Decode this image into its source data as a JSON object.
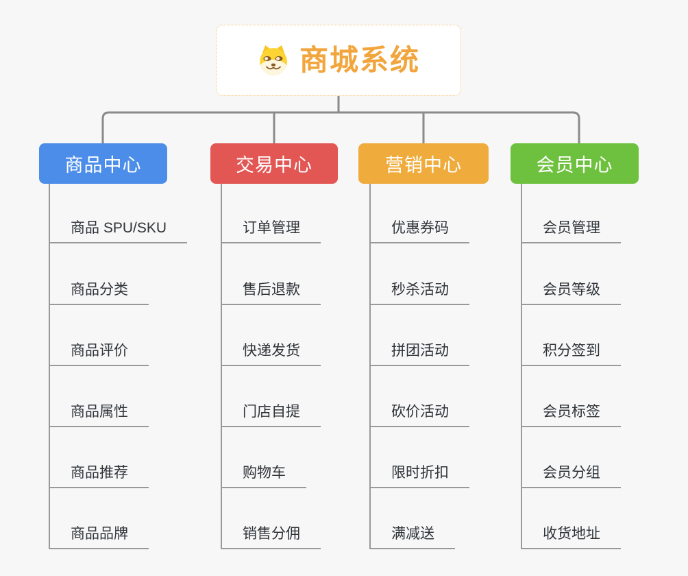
{
  "root": {
    "title": "商城系统",
    "icon": "doge-icon"
  },
  "colors": {
    "background": "#f7f7f7",
    "root_text": "#f2a53c",
    "root_border": "#f6c473",
    "connector": "#8a8a8a",
    "sub_line": "#999999",
    "sub_text": "#2f3338",
    "branch_product": "#4b8de8",
    "branch_trade": "#e25654",
    "branch_marketing": "#efab3c",
    "branch_member": "#6ec13e"
  },
  "branches": [
    {
      "id": "product-center",
      "label": "商品中心",
      "color": "#4b8de8",
      "children": [
        "商品 SPU/SKU",
        "商品分类",
        "商品评价",
        "商品属性",
        "商品推荐",
        "商品品牌"
      ]
    },
    {
      "id": "trade-center",
      "label": "交易中心",
      "color": "#e25654",
      "children": [
        "订单管理",
        "售后退款",
        "快递发货",
        "门店自提",
        "购物车",
        "销售分佣"
      ]
    },
    {
      "id": "marketing-center",
      "label": "营销中心",
      "color": "#efab3c",
      "children": [
        "优惠券码",
        "秒杀活动",
        "拼团活动",
        "砍价活动",
        "限时折扣",
        "满减送"
      ]
    },
    {
      "id": "member-center",
      "label": "会员中心",
      "color": "#6ec13e",
      "children": [
        "会员管理",
        "会员等级",
        "积分签到",
        "会员标签",
        "会员分组",
        "收货地址"
      ]
    }
  ]
}
